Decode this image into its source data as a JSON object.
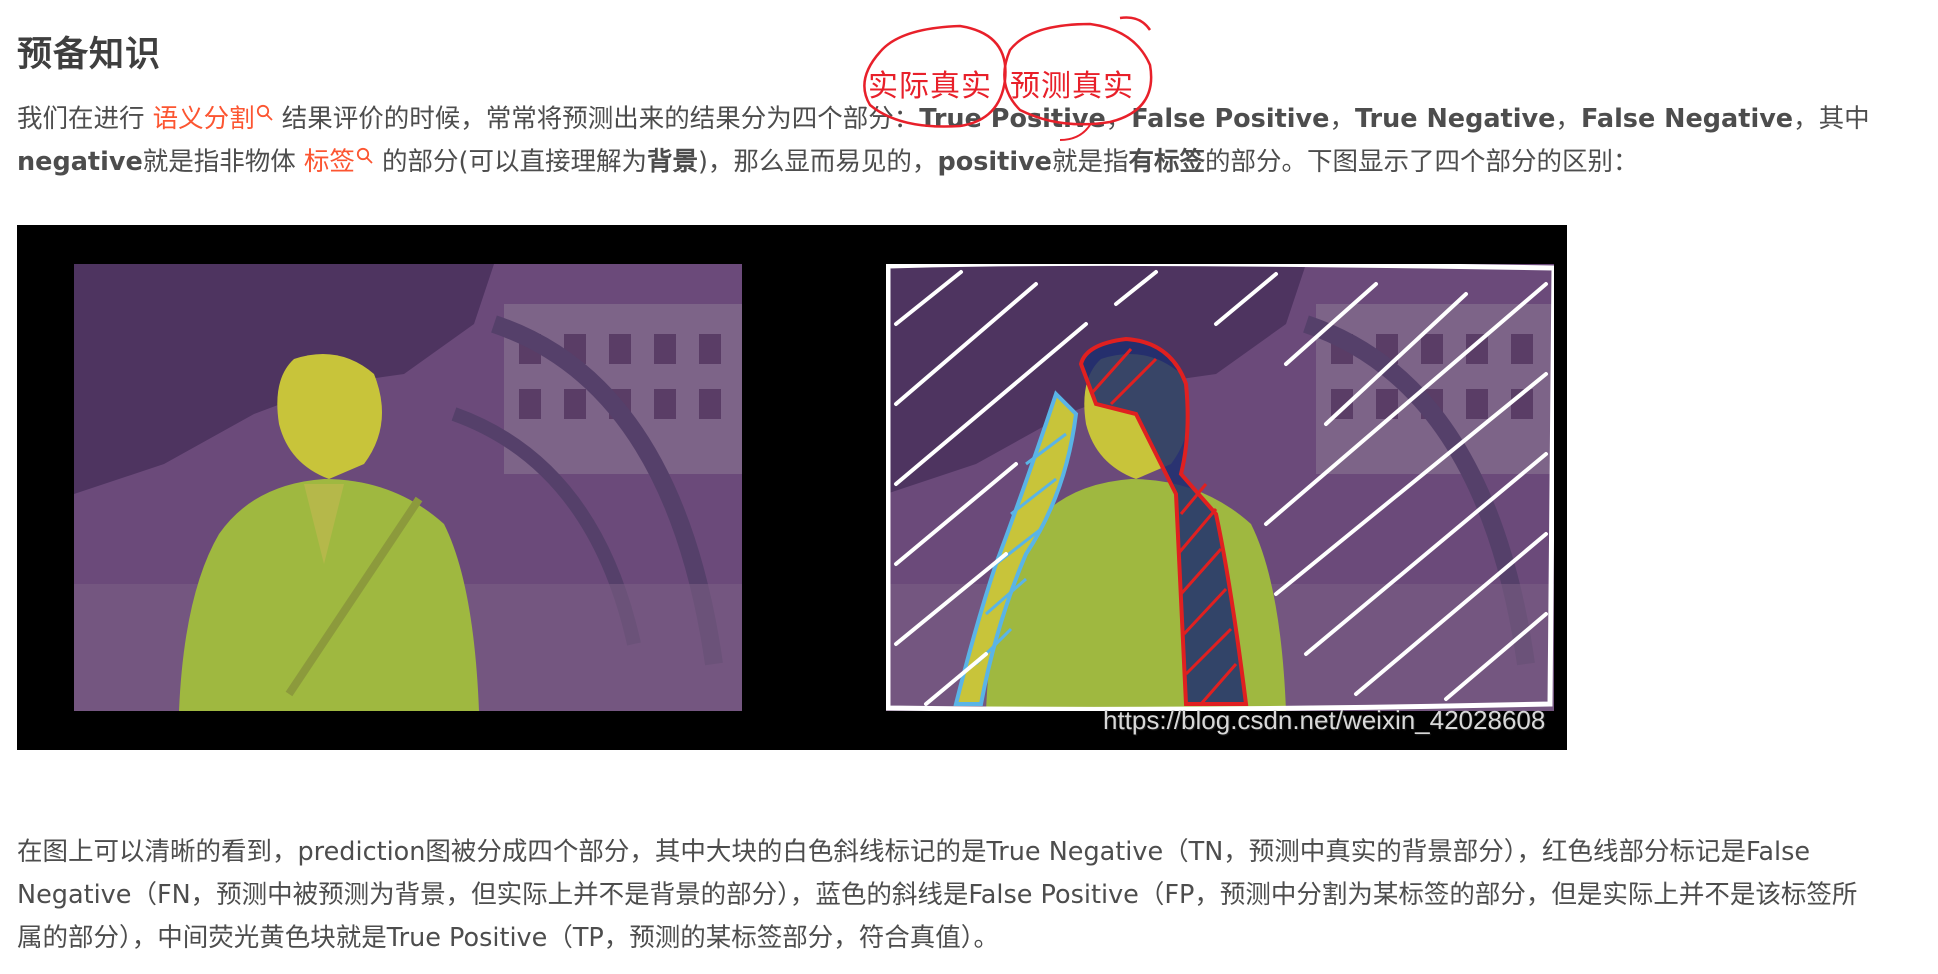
{
  "heading": "预备知识",
  "para1": {
    "t1": "我们在进行",
    "link1": "语义分割",
    "t2": "结果评价的时候，常常将预测出来的结果分为四个部分：",
    "b1": "True Positive",
    "s1": "，",
    "b2": "False Positive",
    "s2": "，",
    "b3": "True Negative",
    "s3": "，",
    "b4": "False Negative",
    "t3": "，其中",
    "b5": "negative",
    "t4": "就是指非物体",
    "link2": "标签",
    "t5": "的部分(可以直接理解为",
    "b6": "背景",
    "t6": ")，那么显而易见的，",
    "b7": "positive",
    "t7": "就是指",
    "b8": "有标签",
    "t8": "的部分。下图显示了四个部分的区别："
  },
  "annotation": {
    "left": "实际真实",
    "right": "预测真实",
    "color": "#e8202a"
  },
  "figure": {
    "watermark": "https://blog.csdn.net/weixin_42028608"
  },
  "para2": {
    "line1": "在图上可以清晰的看到，prediction图被分成四个部分，其中大块的白色斜线标记的是True Negative（TN，预测中真实的背景部分），红色线部分标记是False",
    "line2": "Negative（FN，预测中被预测为背景，但实际上并不是背景的部分），蓝色的斜线是False Positive（FP，预测中分割为某标签的部分，但是实际上并不是该标签所",
    "line3": "属的部分），中间荧光黄色块就是True Positive（TP，预测的某标签部分，符合真值）。"
  },
  "colors": {
    "link": "#fc5531",
    "background_overlay": "#6b4a7a",
    "person_overlay": "#c8c43a",
    "tn_lines": "#ffffff",
    "fn_lines": "#e02020",
    "fp_lines": "#5ab4e6"
  }
}
